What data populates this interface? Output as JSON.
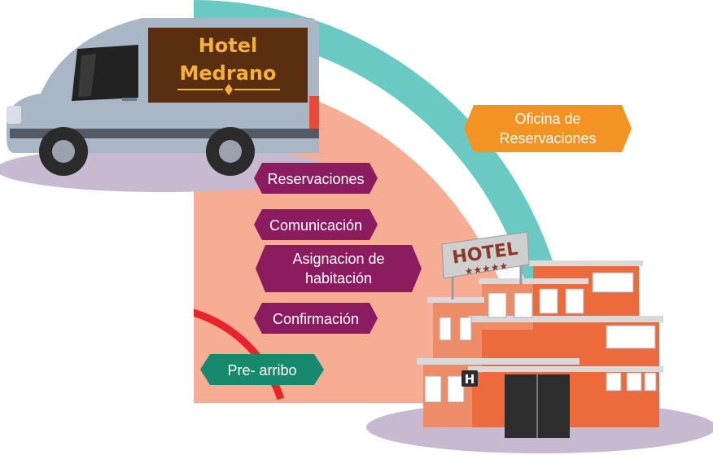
{
  "van": {
    "sign_line1": "Hotel",
    "sign_line2": "Medrano"
  },
  "hotel_sign": {
    "text": "HOTEL",
    "stars": "★★★★★",
    "h_badge": "H"
  },
  "labels": {
    "reservation_office_line1": "Oficina de",
    "reservation_office_line2": "Reservaciones",
    "reservations": "Reservaciones",
    "communication": "Comunicación",
    "assignment_line1": "Asignacion de",
    "assignment_line2": "habitación",
    "confirmation": "Confirmación",
    "pre_arrival": "Pre- arribo"
  },
  "colors": {
    "teal_arc": "#6bc9c3",
    "salmon_area": "#f6ad93",
    "red_arc": "#e8232b",
    "orange_tag": "#f39324",
    "purple_tag": "#8b1c5f",
    "green_tag": "#178a6e",
    "van_body": "#a9b6c6",
    "van_sign": "#5a2e10",
    "hotel_orange": "#ec6a3c"
  }
}
